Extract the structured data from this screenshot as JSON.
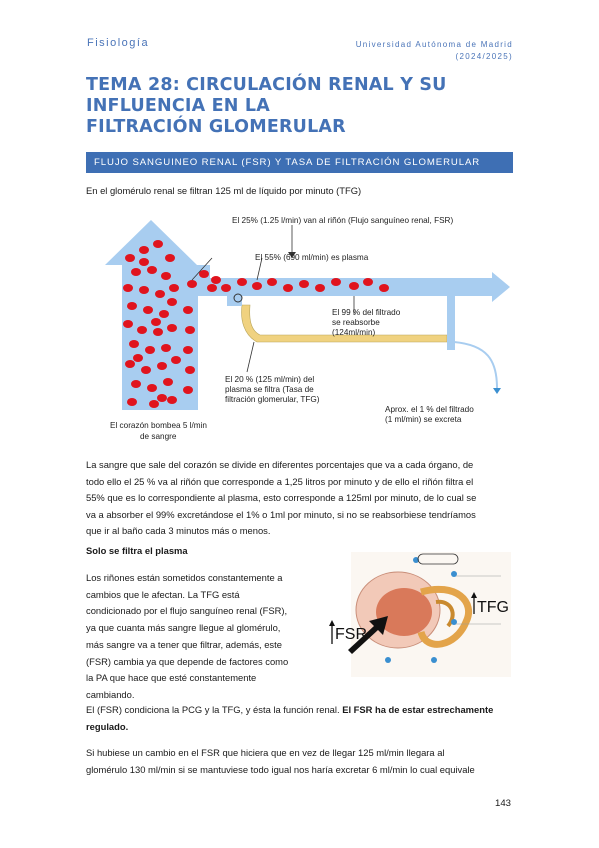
{
  "header": {
    "subject": "Fisiología",
    "university": "Universidad Autónoma de Madrid",
    "year": "(2024/2025)"
  },
  "title": {
    "line1": "TEMA 28: CIRCULACIÓN RENAL Y SU INFLUENCIA EN LA",
    "line2": "FILTRACIÓN GLOMERULAR"
  },
  "section": {
    "heading": "FLUJO SANGUINEO RENAL (FSR) Y TASA DE FILTRACIÓN GLOMERULAR (TFG)"
  },
  "intro": "En el glomérulo renal se filtran 125 ml de líquido por minuto (TFG)",
  "figure1": {
    "label_fsr": "El 25% (1.25 l/min) van al riñón (Flujo sanguíneo renal, FSR)",
    "label_plasma": "El 55% (690 ml/min) es plasma",
    "label_reabsorbe": [
      "El 99 % del filtrado",
      "se reabsorbe",
      "(124ml/min)"
    ],
    "label_tfg": [
      "El 20 % (125 ml/min) del",
      "plasma se filtra (Tasa de",
      "filtración glomerular, TFG)"
    ],
    "label_excreta": [
      "Aprox. el 1 % del filtrado",
      "(1 ml/min) se excreta"
    ],
    "label_corazon": [
      "El corazón bombea 5 l/min",
      "de sangre"
    ],
    "colors": {
      "blood": "#e0141e",
      "vessel": "#a8cdf0",
      "tubule": "#f0d280"
    }
  },
  "para1": [
    "La sangre que sale del corazón se divide en diferentes porcentajes que va a cada órgano, de",
    "todo ello el 25 % va al riñón que corresponde a 1,25 litros por minuto y de ello el riñón filtra el",
    "55% que es lo correspondiente al plasma, esto corresponde a 125ml por minuto, de lo cual se",
    "va a absorber el 99% excretándose el 1% o 1ml por minuto, si no se reabsorbiese tendríamos",
    "que ir al baño cada 3 minutos más o menos."
  ],
  "subheading": "Solo se filtra el plasma",
  "para2": [
    "Los riñones están sometidos constantemente a",
    "cambios que le afectan. La TFG está",
    "condicionado por el flujo sanguíneo renal (FSR),",
    "ya que cuanta más sangre llegue al glomérulo,",
    "más sangre va a tener que filtrar, además, este",
    "(FSR) cambia ya que depende de factores como",
    "la PA que hace que esté constantemente",
    "cambiando."
  ],
  "figure2": {
    "label_tfg": "TFG",
    "label_fsr": "FSR"
  },
  "para3": {
    "text": "El (FSR) condiciona la PCG y la TFG, y ésta la función renal. ",
    "bold1": "El FSR ha de estar estrechamente",
    "bold2": "regulado."
  },
  "para4": [
    "Si hubiese un cambio en el FSR que hiciera que en vez de llegar 125 ml/min llegara al",
    "glomérulo 130 ml/min si se mantuviese todo igual nos haría excretar 6 ml/min lo cual equivale"
  ],
  "page_number": "143"
}
